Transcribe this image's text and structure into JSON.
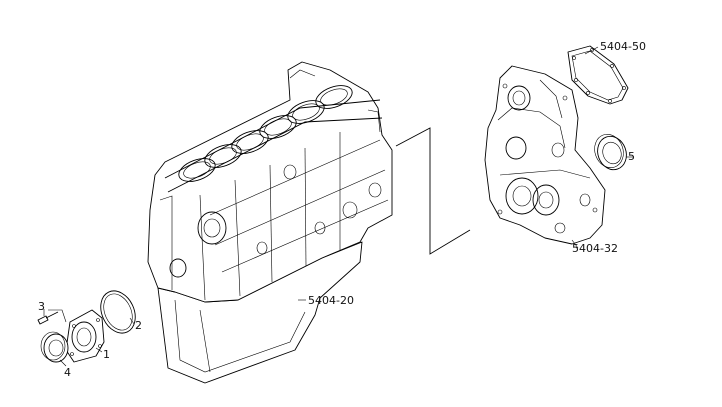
{
  "labels": {
    "cover": "5404-50",
    "front_seal": "5",
    "timing_case": "5404-32",
    "engine_block": "5404-20",
    "screw": "3",
    "oring": "2",
    "rear_cover": "1",
    "rear_seal": "4"
  }
}
